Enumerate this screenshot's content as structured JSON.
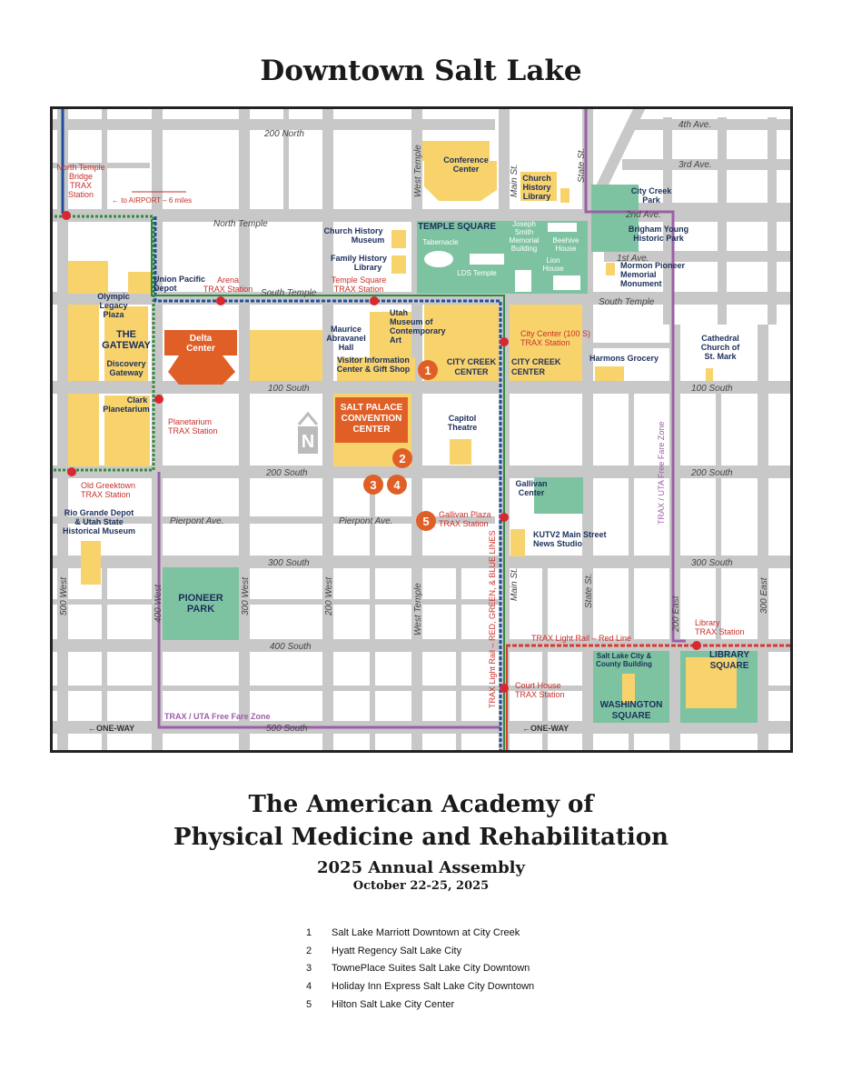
{
  "title": "Downtown Salt Lake",
  "colors": {
    "street": "#c8c8c8",
    "building": "#f8d36c",
    "park": "#7dc3a1",
    "venue": "#e05f27",
    "trax_rail": "#1f4e9c",
    "free_fare": "#9b5fa6",
    "red_line": "#d83a2e",
    "station": "#d7282f",
    "label_navy": "#1c2f5c",
    "label_red": "#c8302a"
  },
  "map": {
    "streets": {
      "fourth_ave": "4th Ave.",
      "third_ave": "3rd Ave.",
      "second_ave": "2nd Ave.",
      "first_ave": "1st Ave.",
      "north_200": "200 North",
      "north_temple": "North Temple",
      "south_temple": "South Temple",
      "south_temple_east": "South Temple",
      "south_100": "100 South",
      "south_100_east": "100 South",
      "south_200": "200 South",
      "south_200_east": "200 South",
      "pierpont_west": "Pierpont Ave.",
      "pierpont_east": "Pierpont Ave.",
      "south_300": "300 South",
      "south_300_east": "300 South",
      "south_400": "400 South",
      "south_500": "500 South",
      "west_500": "500 West",
      "west_400": "400 West",
      "west_300": "300 West",
      "west_200": "200 West",
      "west_temple_north": "West Temple",
      "west_temple_south": "West Temple",
      "main_north": "Main St.",
      "main_south": "Main St.",
      "state_north": "State St.",
      "state_south": "State St.",
      "east_200": "200 East",
      "east_300": "300 East"
    },
    "one_way_left": "←ONE-WAY",
    "one_way_right": "←ONE-WAY",
    "airport": "← to AIRPORT – 6 miles",
    "compass": "N",
    "stations": {
      "north_temple_bridge": [
        "North Temple",
        "Bridge",
        "TRAX",
        "Station"
      ],
      "arena": [
        "Arena",
        "TRAX Station"
      ],
      "temple_square": [
        "Temple Square",
        "TRAX Station"
      ],
      "city_center": [
        "City Center (100 S)",
        "TRAX Station"
      ],
      "planetarium": [
        "Planetarium",
        "TRAX Station"
      ],
      "old_greektown": [
        "Old Greektown",
        "TRAX Station"
      ],
      "gallivan_plaza": [
        "Gallivan Plaza",
        "TRAX Station"
      ],
      "library": [
        "Library",
        "TRAX Station"
      ],
      "court_house": [
        "Court House",
        "TRAX Station"
      ]
    },
    "lines": {
      "trax_vertical": "TRAX Light Rail – RED, GREEN, & BLUE LINES",
      "red_line": "TRAX Light Rail – Red Line",
      "free_fare_east": "TRAX / UTA Free Fare Zone",
      "free_fare_south": "TRAX / UTA Free Fare Zone"
    },
    "places": {
      "conference_center": [
        "Conference",
        "Center"
      ],
      "church_history_library_n": [
        "Church",
        "History",
        "Library"
      ],
      "city_creek_park": [
        "City Creek",
        "Park"
      ],
      "brigham_young": [
        "Brigham Young",
        "Historic Park"
      ],
      "church_history_museum": [
        "Church History",
        "Museum"
      ],
      "family_history": [
        "Family History",
        "Library"
      ],
      "temple_square": "TEMPLE SQUARE",
      "joseph_smith": [
        "Joseph",
        "Smith",
        "Memorial",
        "Building"
      ],
      "beehive": [
        "Beehive",
        "House"
      ],
      "lion": [
        "Lion",
        "House"
      ],
      "tabernacle": "Tabernacle",
      "lds_temple": "LDS Temple",
      "mormon_pioneer": [
        "Mormon Pioneer",
        "Memorial",
        "Monument"
      ],
      "union_pacific": [
        "Union Pacific",
        "Depot"
      ],
      "olympic_legacy": [
        "Olympic",
        "Legacy",
        "Plaza"
      ],
      "the_gateway": [
        "THE",
        "GATEWAY"
      ],
      "discovery_gateway": [
        "Discovery",
        "Gateway"
      ],
      "clark_planetarium": [
        "Clark",
        "Planetarium"
      ],
      "delta_center": [
        "Delta",
        "Center"
      ],
      "utah_moca": [
        "Utah",
        "Museum of",
        "Contemporary",
        "Art"
      ],
      "abravanel": [
        "Maurice",
        "Abravanel",
        "Hall"
      ],
      "visitor_info": [
        "Visitor Information",
        "Center & Gift Shop"
      ],
      "city_creek_center_1": [
        "CITY CREEK",
        "CENTER"
      ],
      "city_creek_center_2": [
        "CITY CREEK",
        "CENTER"
      ],
      "harmons": "Harmons Grocery",
      "cathedral": [
        "Cathedral",
        "Church of",
        "St. Mark"
      ],
      "salt_palace": [
        "SALT PALACE",
        "CONVENTION",
        "CENTER"
      ],
      "capitol_theatre": [
        "Capitol",
        "Theatre"
      ],
      "gallivan_center": [
        "Gallivan",
        "Center"
      ],
      "kutv": [
        "KUTV2 Main Street",
        "News Studio"
      ],
      "rio_grande": [
        "Rio Grande Depot",
        "& Utah State",
        "Historical Museum"
      ],
      "pioneer_park": [
        "PIONEER",
        "PARK"
      ],
      "slc_county_building": [
        "Salt Lake City &",
        "County Building"
      ],
      "washington_square": [
        "WASHINGTON",
        "SQUARE"
      ],
      "library_square": [
        "LIBRARY",
        "SQUARE"
      ]
    },
    "hotel_markers": [
      "1",
      "2",
      "3",
      "4",
      "5"
    ]
  },
  "event": {
    "line1": "The American Academy of",
    "line2": "Physical Medicine and Rehabilitation",
    "line3": "2025 Annual Assembly",
    "dates": "October 22-25, 2025"
  },
  "hotels": [
    {
      "num": "1",
      "name": "Salt Lake Marriott Downtown at City Creek"
    },
    {
      "num": "2",
      "name": "Hyatt Regency Salt Lake City"
    },
    {
      "num": "3",
      "name": "TownePlace Suites Salt Lake City Downtown"
    },
    {
      "num": "4",
      "name": "Holiday Inn Express Salt Lake City Downtown"
    },
    {
      "num": "5",
      "name": "Hilton Salt Lake City Center"
    }
  ]
}
